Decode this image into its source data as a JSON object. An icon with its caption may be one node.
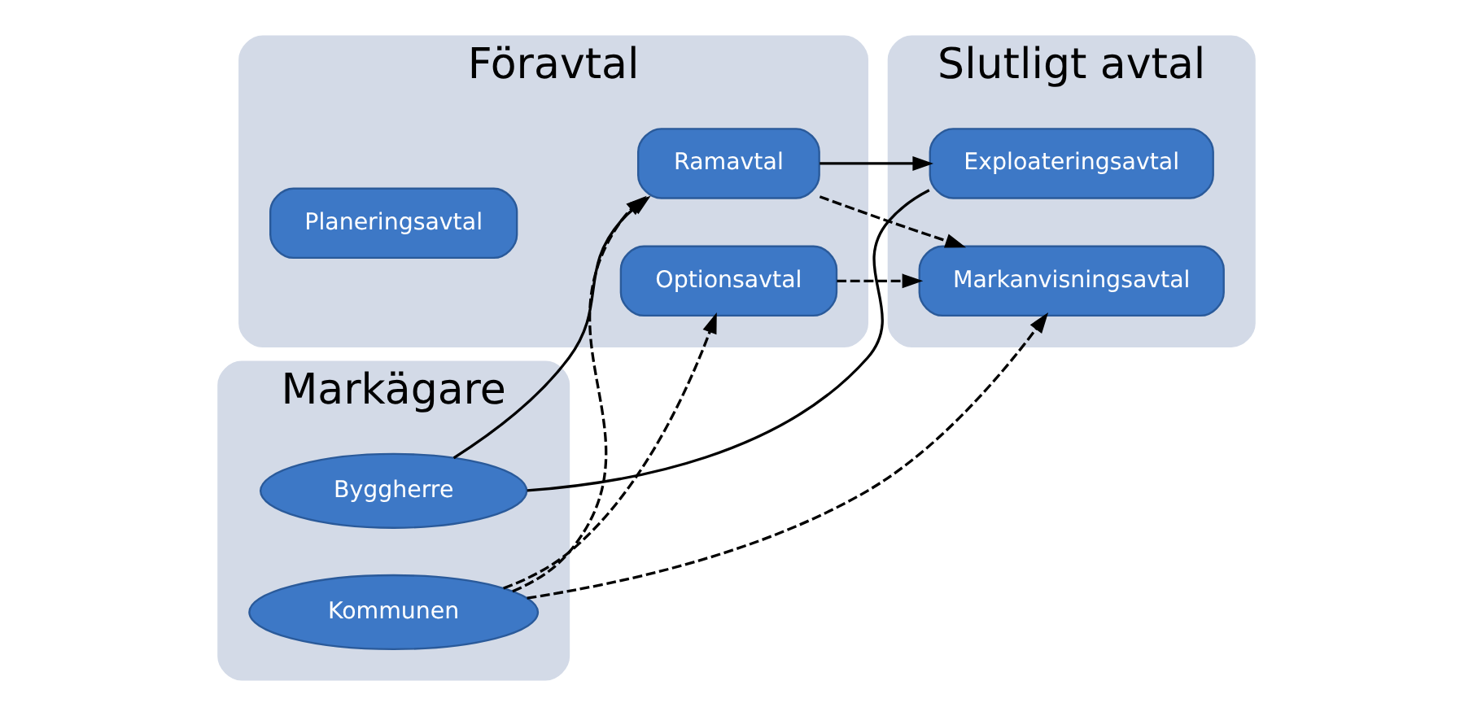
{
  "diagram": {
    "nodes": [
      {
        "text": [
          "Markägare"
        ]
      },
      {
        "text": [
          "Byggherre"
        ],
        "in": 0
      },
      {
        "text": [
          "Kommunen"
        ],
        "in": 0
      },
      {
        "text": [
          "Föravtal"
        ]
      },
      {
        "text": [
          "Ramavtal"
        ],
        "in": 3
      },
      {
        "text": [
          "Planeringsavtal"
        ],
        "in": 3
      },
      {
        "text": [
          "Optionsavtal"
        ],
        "in": 3
      },
      {
        "text": [
          "Slutligt avtal"
        ]
      },
      {
        "text": [
          "Exploateringsavtal"
        ],
        "in": 7
      },
      {
        "text": [
          "Markanvisningsavtal"
        ],
        "in": 7
      }
    ],
    "edges": [
      {
        "from": 1,
        "to": 8,
        "arrow": "none"
      },
      {
        "from": 1,
        "to": 4,
        "arrow": "to"
      },
      {
        "from": 2,
        "to": 4,
        "arrow": "to",
        "style": "dashed"
      },
      {
        "from": 2,
        "to": 6,
        "arrow": "to",
        "style": "dashed"
      },
      {
        "from": 2,
        "to": 9,
        "arrow": "to",
        "style": "dashed"
      },
      {
        "from": 4,
        "to": 8,
        "arrow": "to"
      },
      {
        "from": 4,
        "to": 9,
        "arrow": "to",
        "style": "dashed"
      },
      {
        "from": 6,
        "to": 9,
        "arrow": "to",
        "style": "dashed"
      }
    ]
  }
}
